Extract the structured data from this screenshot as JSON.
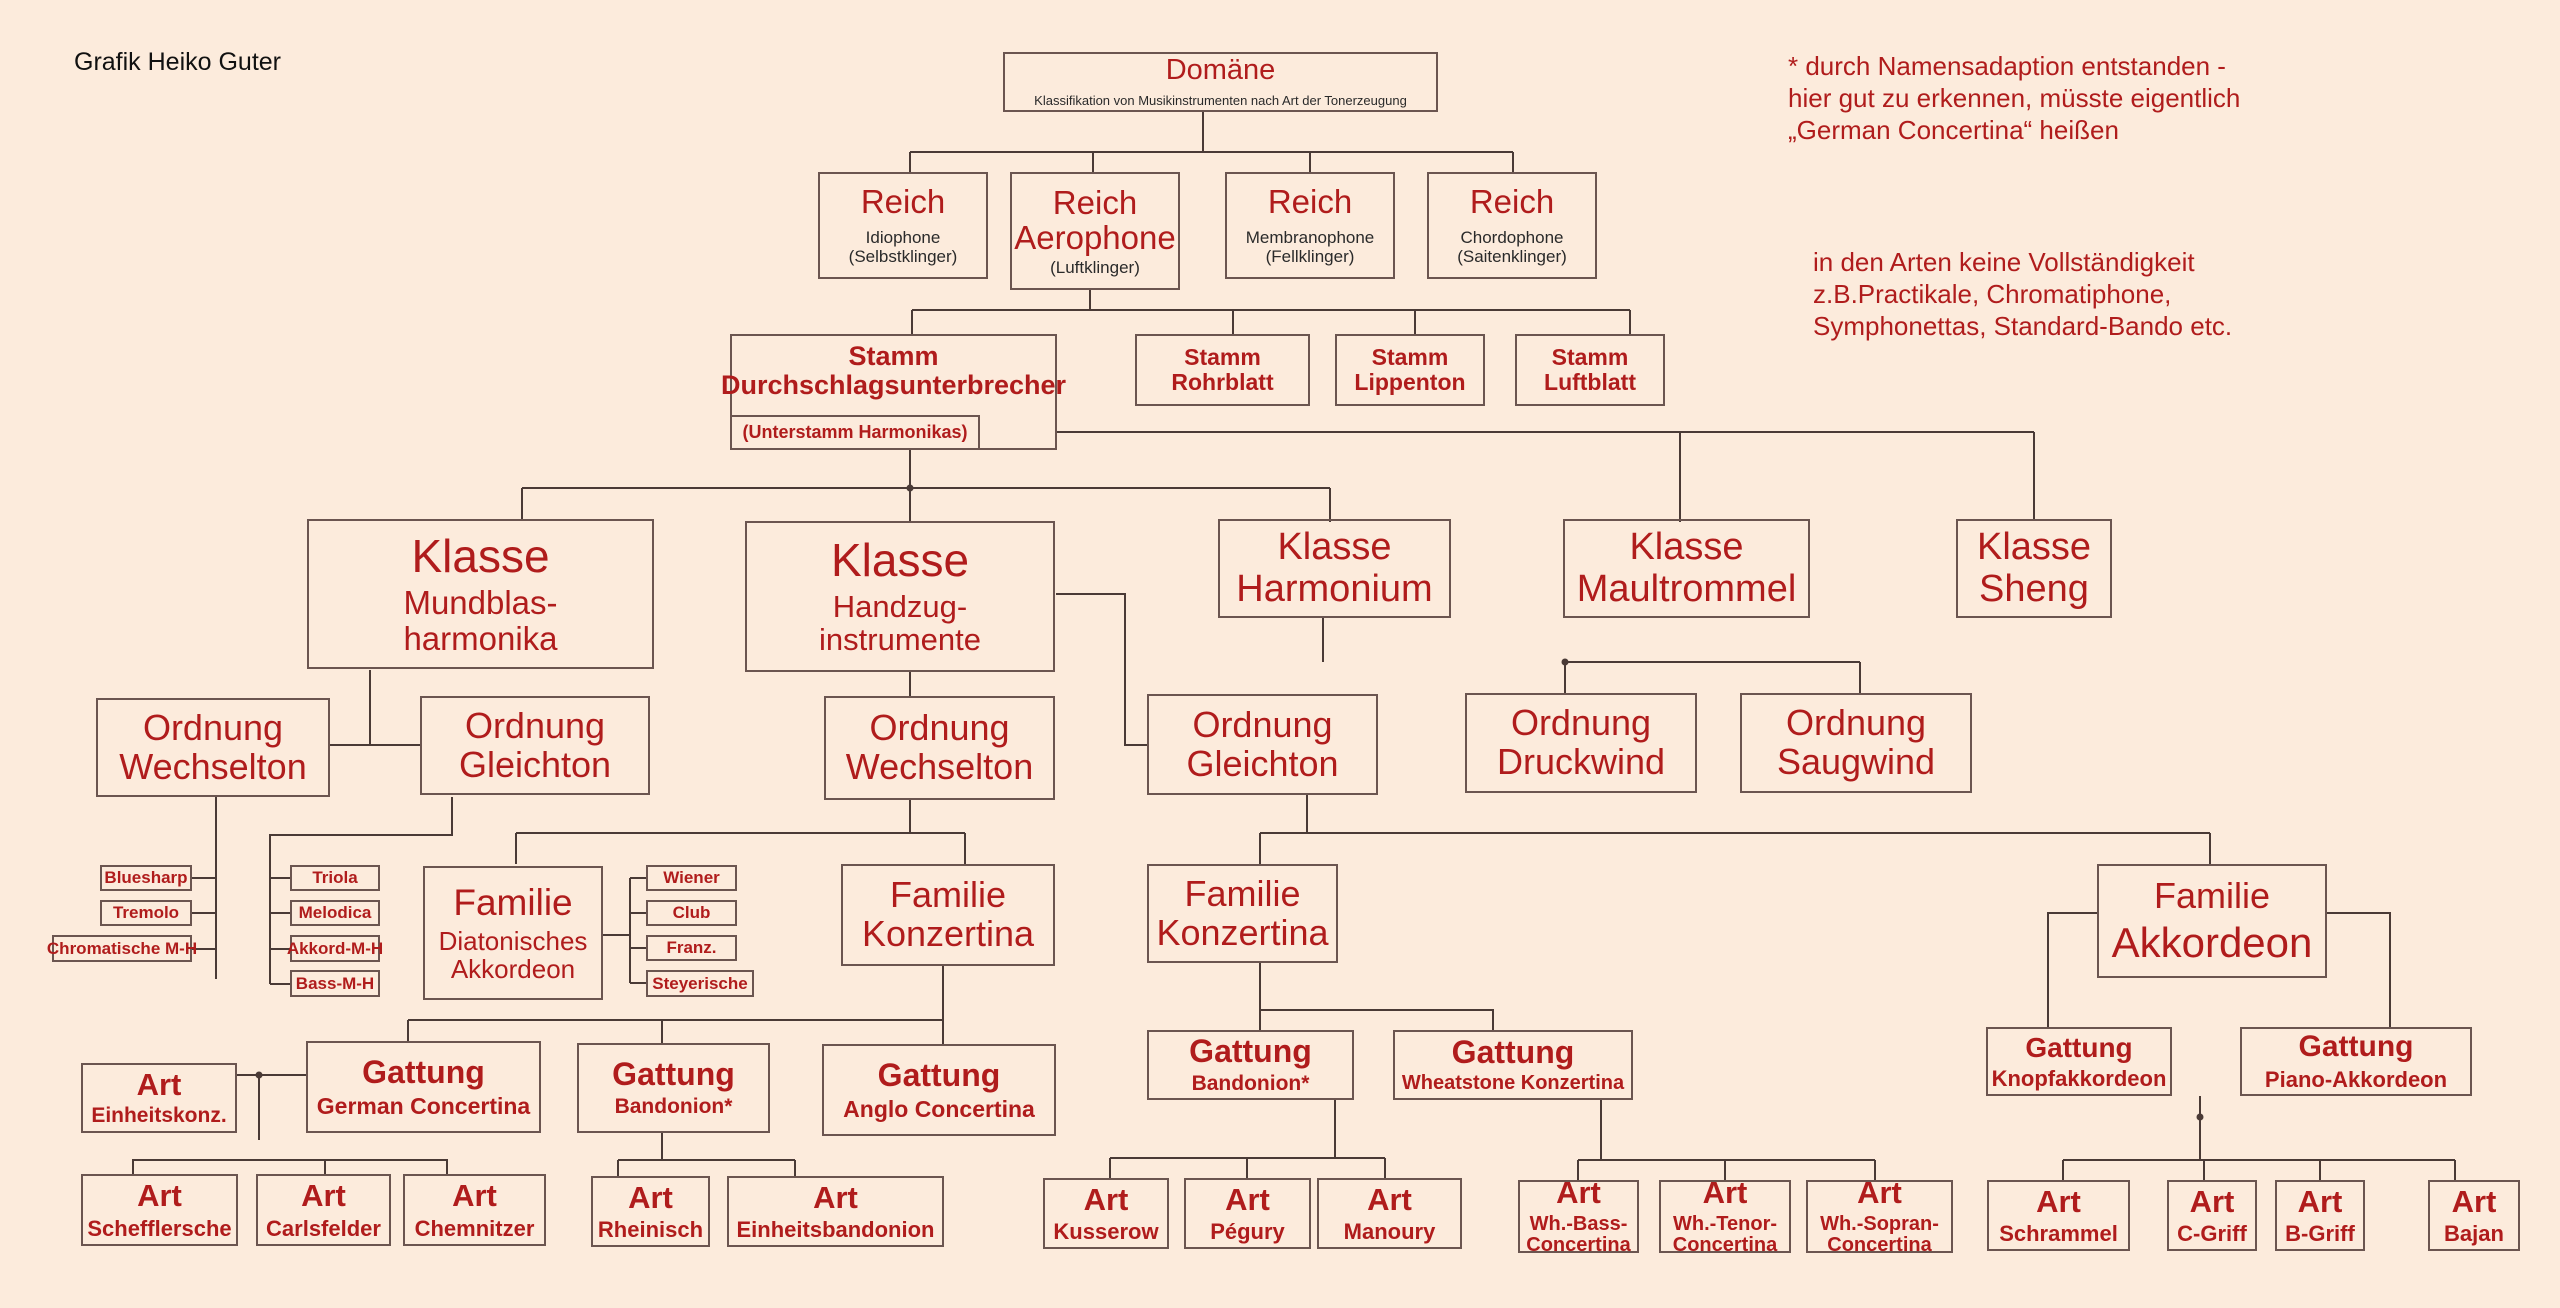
{
  "credit": "Grafik Heiko Guter",
  "notes": {
    "asterisk": "* durch Namensadaption entstanden -\n   hier gut zu erkennen, müsste eigentlich\n   „German Concertina“ heißen",
    "completeness": "in den Arten keine Vollständigkeit\nz.B.Practikale, Chromatiphone,\nSymphonettas, Standard-Bando etc."
  },
  "boxes": {
    "domaene": {
      "title": "Domäne",
      "sub": "Klassifikation von Musikinstrumenten nach Art der Tonerzeugung"
    },
    "reich_idio": {
      "title": "Reich",
      "sub": "Idiophone\n(Selbstklinger)"
    },
    "reich_aero": {
      "title": "Reich\nAerophone",
      "sub": "(Luftklinger)"
    },
    "reich_membra": {
      "title": "Reich",
      "sub": "Membranophone\n(Fellklinger)"
    },
    "reich_chordo": {
      "title": "Reich",
      "sub": "Chordophone\n(Saitenklinger)"
    },
    "stamm_durch": {
      "title": "Stamm\nDurchschlagsunterbrecher"
    },
    "unterstamm": {
      "title": "(Unterstamm Harmonikas)"
    },
    "stamm_rohr": {
      "title": "Stamm\nRohrblatt"
    },
    "stamm_lippen": {
      "title": "Stamm\nLippenton"
    },
    "stamm_luft": {
      "title": "Stamm\nLuftblatt"
    },
    "klasse_mund": {
      "title": "Klasse",
      "title2": "Mundblas-\nharmonika"
    },
    "klasse_hand": {
      "title": "Klasse",
      "title2": "Handzug-\ninstrumente"
    },
    "klasse_harm": {
      "title": "Klasse\nHarmonium"
    },
    "klasse_maul": {
      "title": "Klasse\nMaultrommel"
    },
    "klasse_sheng": {
      "title": "Klasse\nSheng"
    },
    "ord_wechsel_mund": {
      "title": "Ordnung\nWechselton"
    },
    "ord_gleich_mund": {
      "title": "Ordnung\nGleichton"
    },
    "ord_wechsel_hand": {
      "title": "Ordnung\nWechselton"
    },
    "ord_gleich_hand": {
      "title": "Ordnung\nGleichton"
    },
    "ord_druck": {
      "title": "Ordnung\nDruckwind"
    },
    "ord_saug": {
      "title": "Ordnung\nSaugwind"
    },
    "fam_diaton": {
      "title": "Familie",
      "title2": "Diatonisches\nAkkordeon"
    },
    "fam_konz_w": {
      "title": "Familie\nKonzertina"
    },
    "fam_konz_g": {
      "title": "Familie\nKonzertina"
    },
    "fam_akk": {
      "title": "Familie",
      "title2": "Akkordeon"
    },
    "gatt_german": {
      "title": "Gattung",
      "title2": "German Concertina"
    },
    "gatt_band_w": {
      "title": "Gattung",
      "title2": "Bandonion*"
    },
    "gatt_anglo": {
      "title": "Gattung",
      "title2": "Anglo Concertina"
    },
    "gatt_band_g": {
      "title": "Gattung",
      "title2": "Bandonion*"
    },
    "gatt_wheat": {
      "title": "Gattung",
      "title2": "Wheatstone Konzertina"
    },
    "gatt_knopf": {
      "title": "Gattung",
      "title2": "Knopfakkordeon"
    },
    "gatt_piano": {
      "title": "Gattung",
      "title2": "Piano-Akkordeon"
    },
    "art_einheitskonz": {
      "title": "Art",
      "title2": "Einheitskonz."
    },
    "art_scheff": {
      "title": "Art",
      "title2": "Schefflersche"
    },
    "art_carls": {
      "title": "Art",
      "title2": "Carlsfelder"
    },
    "art_chemn": {
      "title": "Art",
      "title2": "Chemnitzer"
    },
    "art_rhein": {
      "title": "Art",
      "title2": "Rheinisch"
    },
    "art_einheitsband": {
      "title": "Art",
      "title2": "Einheitsbandonion"
    },
    "art_kusserow": {
      "title": "Art",
      "title2": "Kusserow"
    },
    "art_pegury": {
      "title": "Art",
      "title2": "Pégury"
    },
    "art_manoury": {
      "title": "Art",
      "title2": "Manoury"
    },
    "art_whbass": {
      "title": "Art",
      "title2": "Wh.-Bass-\nConcertina"
    },
    "art_whtenor": {
      "title": "Art",
      "title2": "Wh.-Tenor-\nConcertina"
    },
    "art_whsopran": {
      "title": "Art",
      "title2": "Wh.-Sopran-\nConcertina"
    },
    "art_schrammel": {
      "title": "Art",
      "title2": "Schrammel"
    },
    "art_cgriff": {
      "title": "Art",
      "title2": "C-Griff"
    },
    "art_bgriff": {
      "title": "Art",
      "title2": "B-Griff"
    },
    "art_bajan": {
      "title": "Art",
      "title2": "Bajan"
    }
  },
  "small": {
    "bluesharp": "Bluesharp",
    "tremolo": "Tremolo",
    "chromatische": "Chromatische M-H",
    "triola": "Triola",
    "melodica": "Melodica",
    "akkord_mh": "Akkord-M-H",
    "bass_mh": "Bass-M-H",
    "wiener": "Wiener",
    "club": "Club",
    "franz": "Franz.",
    "steyerische": "Steyerische"
  }
}
